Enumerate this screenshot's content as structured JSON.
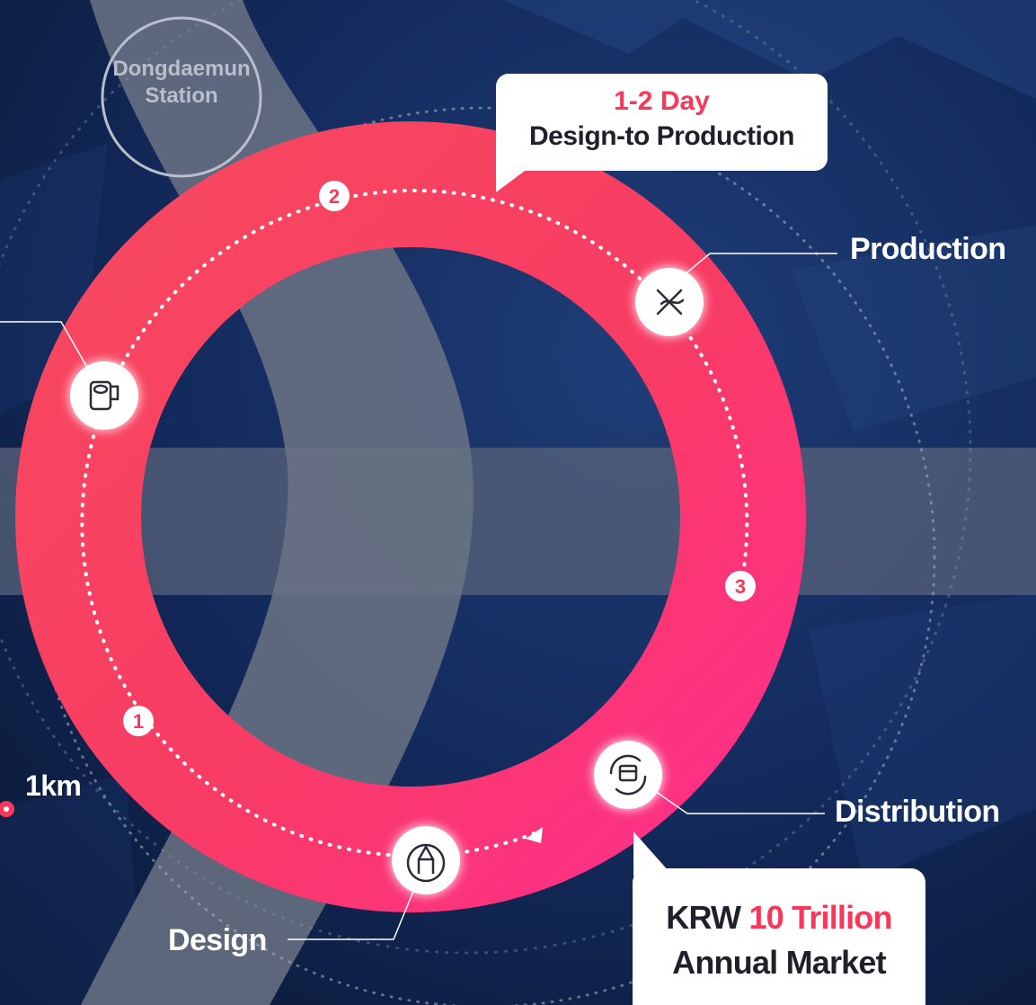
{
  "station": {
    "line1": "Dongdaemun",
    "line2": "Station"
  },
  "callout_top": {
    "highlight": "1-2 Day",
    "text": "Design-to Production"
  },
  "callout_bottom": {
    "prefix": "KRW",
    "highlight": "10 Trillion",
    "text": "Annual Market"
  },
  "stages": {
    "production": "Production",
    "distribution": "Distribution",
    "design": "Design"
  },
  "steps": [
    "1",
    "2",
    "3"
  ],
  "distance": "1km",
  "icons": {
    "production": "needle-thread-icon",
    "fabric": "fabric-roll-icon",
    "distribution": "store-cycle-icon",
    "design": "pencil-icon"
  },
  "colors": {
    "ring_start": "#f7385a",
    "ring_end": "#ff2e8a",
    "accent": "#f7385a",
    "background": "#0b1a3d",
    "band": "#58637a"
  }
}
